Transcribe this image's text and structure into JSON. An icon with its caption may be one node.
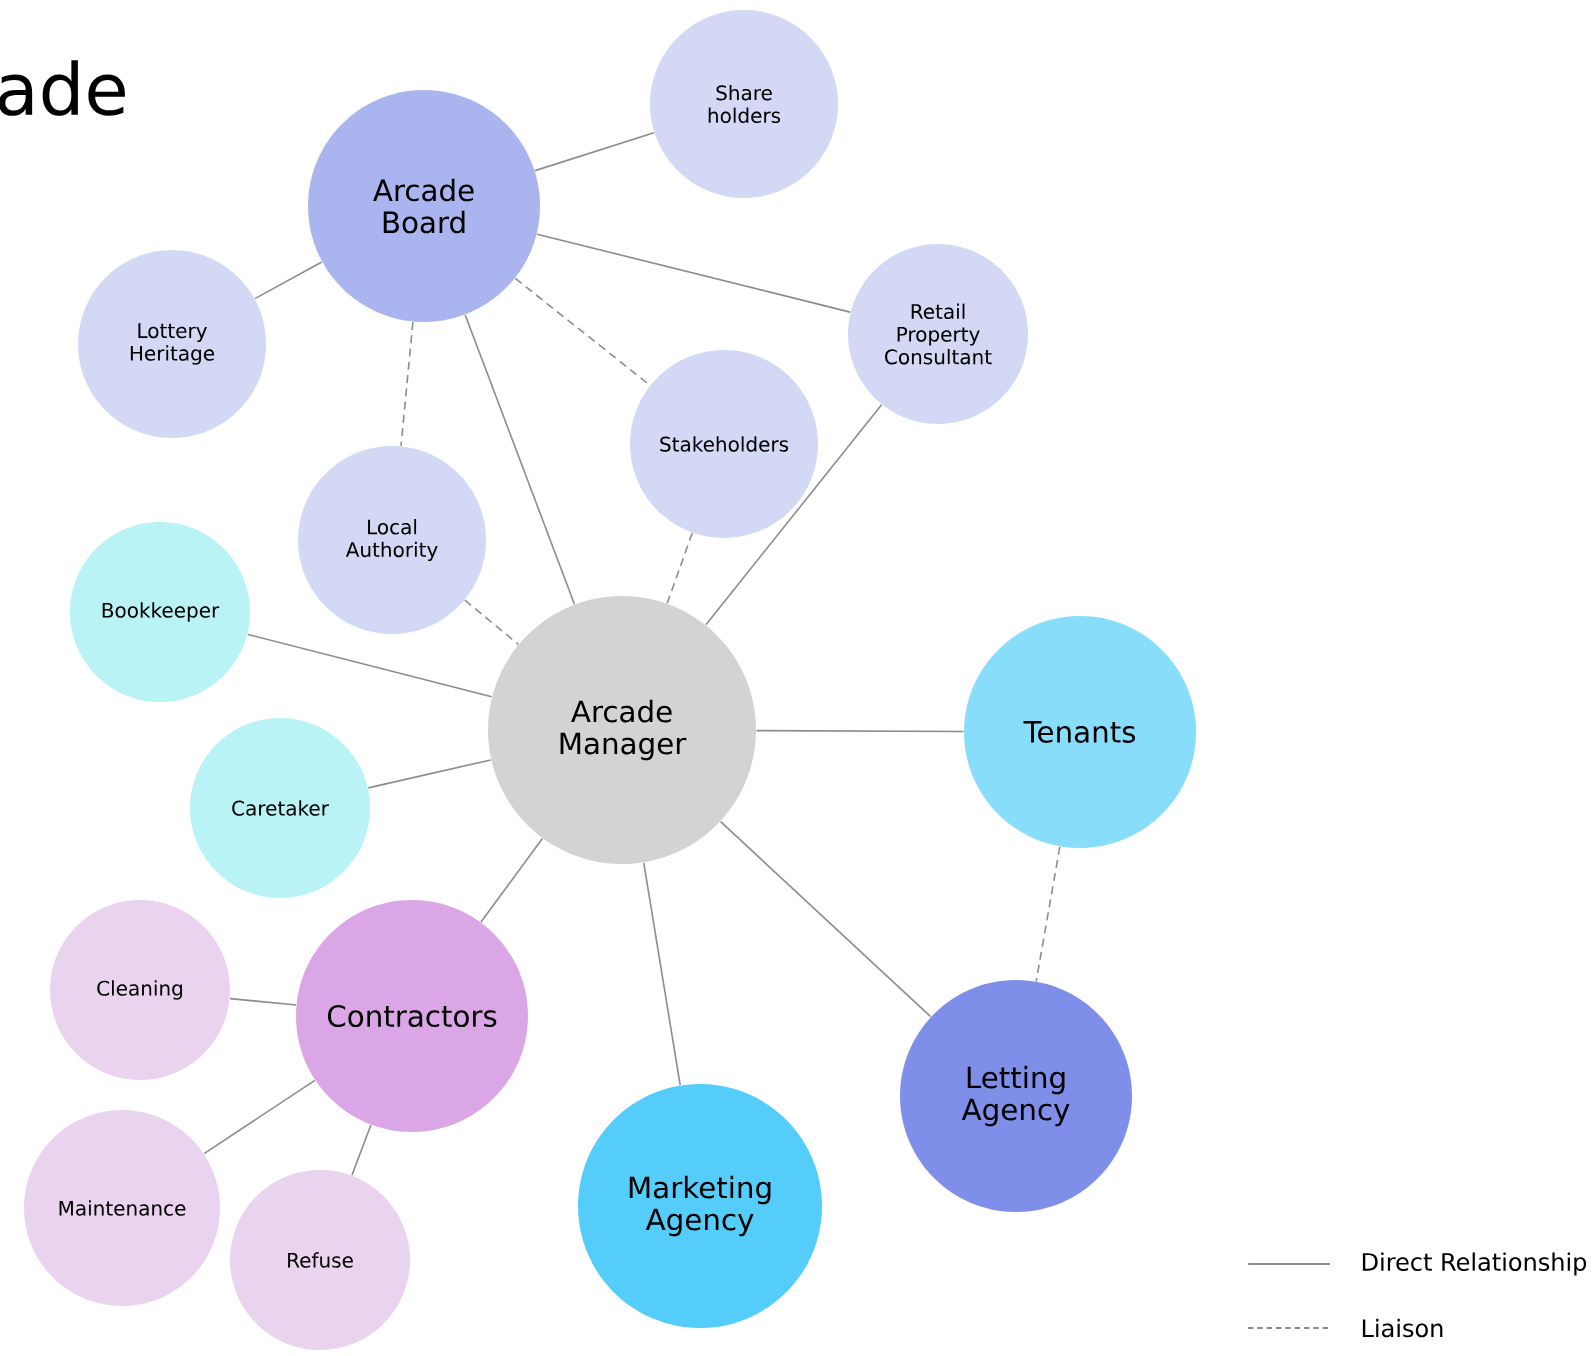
{
  "diagram": {
    "title": "ade",
    "nodes": [
      {
        "text": [
          "Arcade Board"
        ]
      },
      {
        "text": [
          "Share holders"
        ]
      },
      {
        "text": [
          "Lottery Heritage"
        ]
      },
      {
        "text": [
          "Retail Property Consultant"
        ]
      },
      {
        "text": [
          "Stakeholders"
        ]
      },
      {
        "text": [
          "Local Authority"
        ]
      },
      {
        "text": [
          "Bookkeeper"
        ]
      },
      {
        "text": [
          "Arcade Manager"
        ]
      },
      {
        "text": [
          "Tenants"
        ]
      },
      {
        "text": [
          "Caretaker"
        ]
      },
      {
        "text": [
          "Cleaning"
        ]
      },
      {
        "text": [
          "Contractors"
        ]
      },
      {
        "text": [
          "Maintenance"
        ]
      },
      {
        "text": [
          "Letting Agency"
        ]
      },
      {
        "text": [
          "Marketing Agency"
        ]
      },
      {
        "text": [
          "Refuse"
        ]
      }
    ],
    "edges": [
      {
        "from": 0,
        "to": 1,
        "arrow": "none"
      },
      {
        "from": 0,
        "to": 2,
        "arrow": "none"
      },
      {
        "from": 0,
        "to": 3,
        "arrow": "none"
      },
      {
        "from": 0,
        "to": 5,
        "arrow": "none",
        "style": "dashed"
      },
      {
        "from": 0,
        "to": 4,
        "arrow": "none",
        "style": "dashed"
      },
      {
        "from": 0,
        "to": 7,
        "arrow": "none"
      },
      {
        "from": 4,
        "to": 7,
        "arrow": "none",
        "style": "dashed"
      },
      {
        "from": 5,
        "to": 7,
        "arrow": "none",
        "style": "dashed"
      },
      {
        "from": 3,
        "to": 7,
        "arrow": "none"
      },
      {
        "from": 6,
        "to": 7,
        "arrow": "none"
      },
      {
        "from": 9,
        "to": 7,
        "arrow": "none"
      },
      {
        "from": 7,
        "to": 8,
        "arrow": "none"
      },
      {
        "from": 7,
        "to": 11,
        "arrow": "none"
      },
      {
        "from": 7,
        "to": 14,
        "arrow": "none"
      },
      {
        "from": 7,
        "to": 13,
        "arrow": "none"
      },
      {
        "from": 8,
        "to": 13,
        "arrow": "none",
        "style": "dashed"
      },
      {
        "from": 11,
        "to": 10,
        "arrow": "none"
      },
      {
        "from": 11,
        "to": 12,
        "arrow": "none"
      },
      {
        "from": 11,
        "to": 15,
        "arrow": "none"
      }
    ],
    "legend": [
      {
        "text": "Direct Relationship"
      },
      {
        "text": "Liaison"
      }
    ]
  }
}
